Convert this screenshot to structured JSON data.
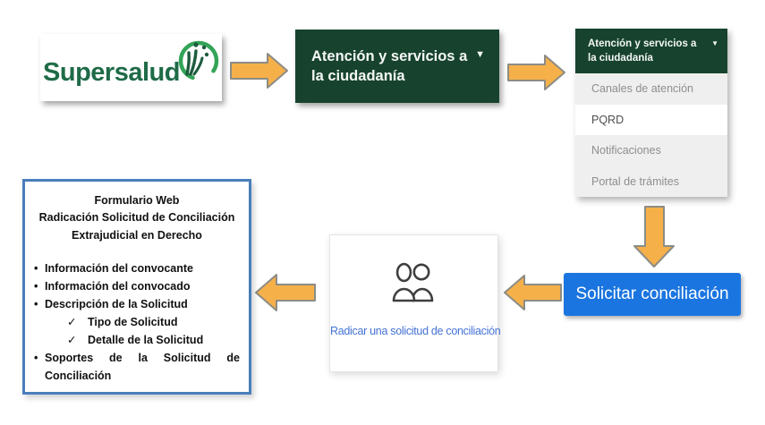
{
  "logo": {
    "text": "Supersalud"
  },
  "step2": {
    "line1": "Atención y servicios a",
    "line2": "la ciudadanía",
    "caret": "▼"
  },
  "menu": {
    "header_line1": "Atención y servicios a",
    "header_line2": "la ciudadanía",
    "caret": "▼",
    "items": [
      {
        "label": "Canales de atención"
      },
      {
        "label": "PQRD"
      },
      {
        "label": "Notificaciones"
      },
      {
        "label": "Portal de trámites"
      }
    ]
  },
  "button": {
    "label": "Solicitar conciliación"
  },
  "card": {
    "label": "Radicar una solicitud de conciliación"
  },
  "form": {
    "title1": "Formulario Web",
    "title2": "Radicación Solicitud de Conciliación",
    "title3": "Extrajudicial en Derecho",
    "bullets": [
      {
        "marker": "•",
        "text": "Información del convocante"
      },
      {
        "marker": "•",
        "text": "Información del convocado"
      },
      {
        "marker": "•",
        "text": "Descripción de la Solicitud"
      },
      {
        "marker": "✓",
        "text": "Tipo de Solicitud"
      },
      {
        "marker": "✓",
        "text": "Detalle de la Solicitud"
      },
      {
        "marker": "•",
        "text": "Soportes de la Solicitud de Conciliación"
      }
    ]
  },
  "colors": {
    "dark_green": "#17432E",
    "logo_green": "#1E6B47",
    "arrow_fill": "#F6B04A",
    "arrow_stroke": "#8C8C85",
    "button_blue": "#1B75E0",
    "link_blue": "#4472D4",
    "border_blue": "#4A7EBB",
    "menu_item_bg": "#EFEFEF"
  }
}
